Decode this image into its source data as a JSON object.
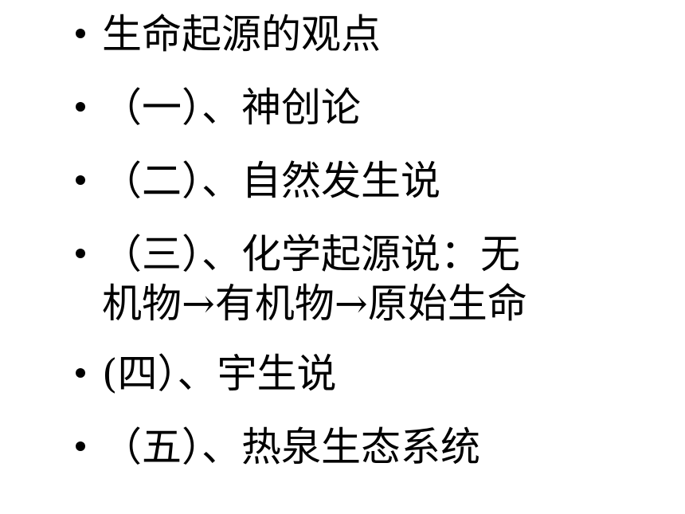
{
  "slide": {
    "bullets": [
      {
        "text": "生命起源的观点"
      },
      {
        "text": "（一）、神创论"
      },
      {
        "text": "（二）、自然发生说"
      },
      {
        "lines": [
          "（三）、化学起源说：无",
          "机物→有机物→原始生命"
        ]
      },
      {
        "text": " (四）、宇生说"
      },
      {
        "text": "（五）、热泉生态系统"
      }
    ]
  }
}
